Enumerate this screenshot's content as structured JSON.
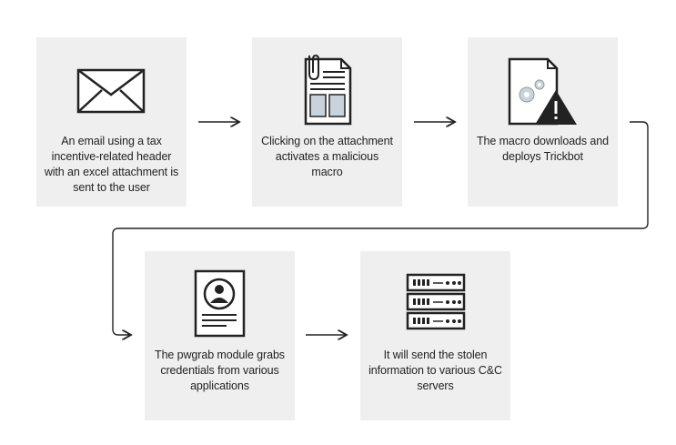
{
  "steps": [
    {
      "text": "An email using a tax incentive-related header with an excel attachment is sent to the user",
      "icon": "envelope-icon"
    },
    {
      "text": "Clicking on the attachment activates a malicious macro",
      "icon": "document-attachment-icon"
    },
    {
      "text": "The macro downloads and deploys Trickbot",
      "icon": "warning-file-icon"
    },
    {
      "text": "The pwgrab module grabs credentials from various applications",
      "icon": "profile-document-icon"
    },
    {
      "text": "It will send the stolen information to various C&C servers",
      "icon": "server-stack-icon"
    }
  ],
  "colors": {
    "card": "#efefef",
    "ink": "#222222",
    "accent": "#c9d3db"
  }
}
